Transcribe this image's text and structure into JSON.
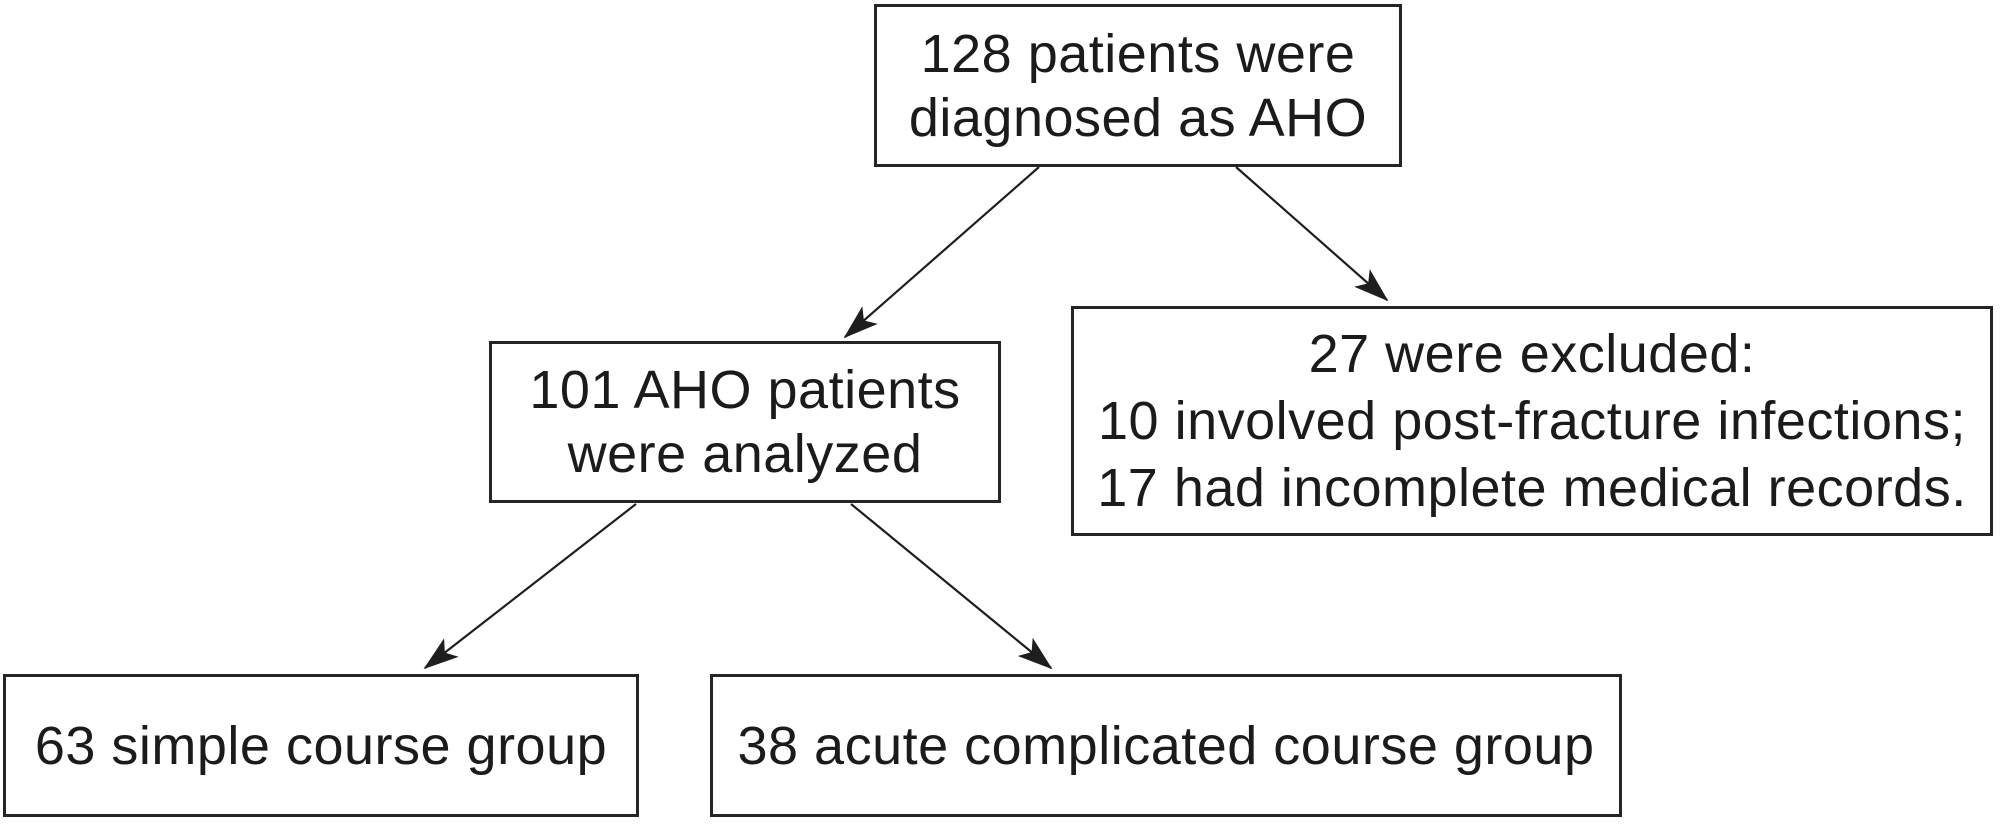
{
  "figure": {
    "type": "flowchart",
    "background": "#ffffff",
    "ink": "#1b1b1b",
    "border_color": "#252525",
    "nodes": {
      "diagnosed": {
        "lines": [
          "128 patients were",
          "diagnosed as AHO"
        ]
      },
      "analyzed": {
        "lines": [
          "101 AHO patients",
          "were analyzed"
        ]
      },
      "excluded": {
        "lines": [
          "27 were excluded:",
          "10 involved post-fracture infections;",
          "17 had incomplete medical records."
        ]
      },
      "simple": {
        "lines": [
          "63 simple course group"
        ]
      },
      "complicated": {
        "lines": [
          "38 acute complicated course group"
        ]
      }
    },
    "edges": [
      {
        "from": "diagnosed",
        "to": "analyzed"
      },
      {
        "from": "diagnosed",
        "to": "excluded"
      },
      {
        "from": "analyzed",
        "to": "simple"
      },
      {
        "from": "analyzed",
        "to": "complicated"
      }
    ]
  }
}
